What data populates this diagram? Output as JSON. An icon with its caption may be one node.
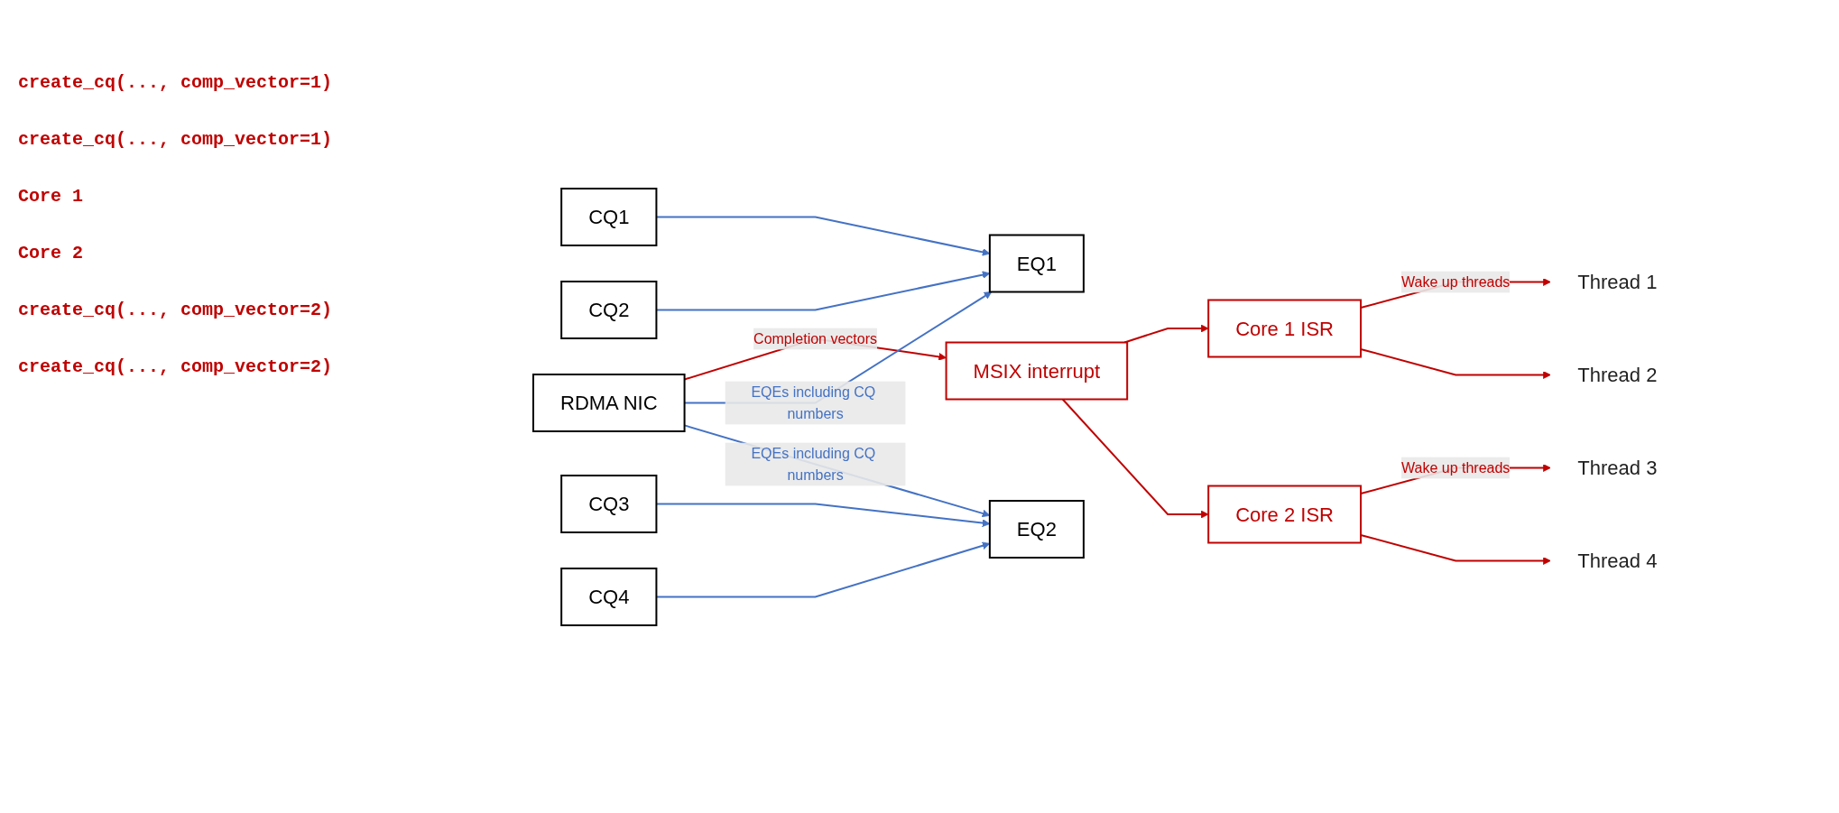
{
  "diagram": {
    "nodes": [
      {
        "text": [
          "Core 1 ISR"
        ]
      },
      {
        "text": [
          "MSIX interrupt"
        ]
      },
      {
        "text": [
          "Thread 1"
        ]
      },
      {
        "text": [
          "CQ1"
        ]
      },
      {
        "text": [
          "EQ1"
        ]
      },
      {
        "text": [
          "Thread 2"
        ]
      },
      {
        "text": [
          "CQ2"
        ]
      },
      {
        "text": [
          "RDMA NIC"
        ]
      },
      {
        "text": [
          "Thread 3"
        ]
      },
      {
        "text": [
          "CQ3"
        ]
      },
      {
        "text": [
          "EQ2"
        ]
      },
      {
        "text": [
          "Thread 4"
        ]
      },
      {
        "text": [
          "CQ4"
        ]
      },
      {
        "text": [
          "Core 2 ISR"
        ]
      }
    ],
    "edges": [
      {
        "from": 0,
        "to": 2,
        "arrow": "to",
        "label": "Wake up threads"
      },
      {
        "from": 0,
        "to": 5,
        "arrow": "to"
      },
      {
        "from": 1,
        "to": 0,
        "arrow": "to"
      },
      {
        "from": 1,
        "to": 13,
        "arrow": "to"
      },
      {
        "from": 7,
        "to": 1,
        "arrow": "to",
        "label": "Completion vectors"
      },
      {
        "from": 3,
        "to": 4,
        "arrow": "to",
        "color": "#4472c4"
      },
      {
        "from": 6,
        "to": 4,
        "arrow": "to",
        "color": "#4472c4"
      },
      {
        "from": 7,
        "to": 4,
        "arrow": "to",
        "label": "EQEs including CQ numbers",
        "color": "#4472c4"
      },
      {
        "from": 9,
        "to": 10,
        "arrow": "to",
        "color": "#4472c4"
      },
      {
        "from": 12,
        "to": 10,
        "arrow": "to",
        "color": "#4472c4"
      },
      {
        "from": 7,
        "to": 10,
        "arrow": "to",
        "label": "EQEs including CQ numbers",
        "color": "#4472c4"
      },
      {
        "from": 13,
        "to": 8,
        "arrow": "to",
        "label": "Wake up threads"
      },
      {
        "from": 13,
        "to": 11,
        "arrow": "to"
      }
    ],
    "labels": [
      "create_cq(..., comp_vector=1)",
      "create_cq(..., comp_vector=1)",
      "Core 1",
      "Core 2",
      "create_cq(..., comp_vector=2)",
      "create_cq(..., comp_vector=2)"
    ]
  }
}
